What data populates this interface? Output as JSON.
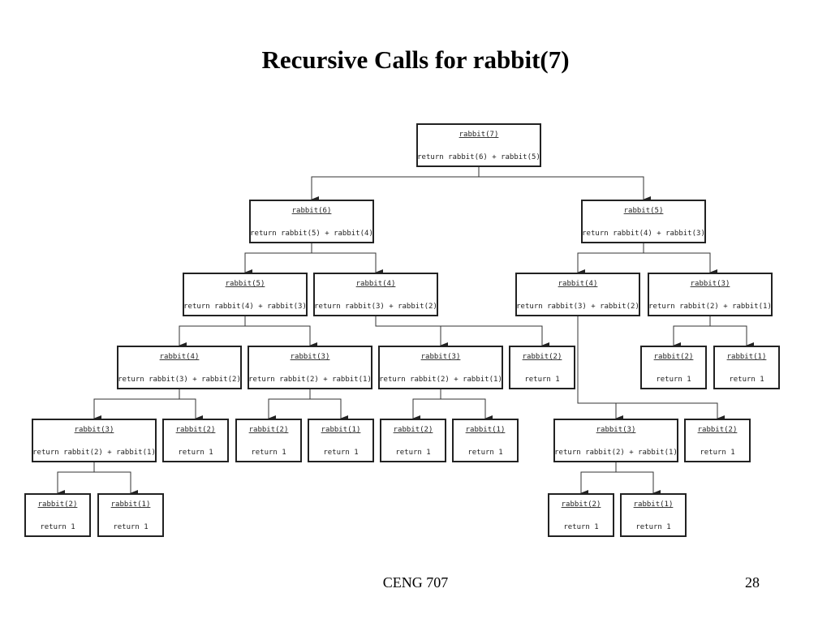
{
  "title": "Recursive Calls for rabbit(7)",
  "footer": {
    "course": "CENG 707",
    "page": "28"
  },
  "tree": {
    "nodes": [
      {
        "id": "n7",
        "call": "rabbit(7)",
        "body": "return rabbit(6) + rabbit(5)"
      },
      {
        "id": "n6",
        "call": "rabbit(6)",
        "body": "return rabbit(5) + rabbit(4)"
      },
      {
        "id": "n5R",
        "call": "rabbit(5)",
        "body": "return rabbit(4) + rabbit(3)"
      },
      {
        "id": "n5L",
        "call": "rabbit(5)",
        "body": "return rabbit(4) + rabbit(3)"
      },
      {
        "id": "n4a",
        "call": "rabbit(4)",
        "body": "return rabbit(3) + rabbit(2)"
      },
      {
        "id": "n4R",
        "call": "rabbit(4)",
        "body": "return rabbit(3) + rabbit(2)"
      },
      {
        "id": "n3R",
        "call": "rabbit(3)",
        "body": "return rabbit(2) + rabbit(1)"
      },
      {
        "id": "n4L",
        "call": "rabbit(4)",
        "body": "return rabbit(3) + rabbit(2)"
      },
      {
        "id": "n3b",
        "call": "rabbit(3)",
        "body": "return rabbit(2) + rabbit(1)"
      },
      {
        "id": "n3c",
        "call": "rabbit(3)",
        "body": "return rabbit(2) + rabbit(1)"
      },
      {
        "id": "n2c",
        "call": "rabbit(2)",
        "body": "return 1"
      },
      {
        "id": "n2Ra",
        "call": "rabbit(2)",
        "body": "return 1"
      },
      {
        "id": "n1Ra",
        "call": "rabbit(1)",
        "body": "return 1"
      },
      {
        "id": "n3L",
        "call": "rabbit(3)",
        "body": "return rabbit(2) + rabbit(1)"
      },
      {
        "id": "n2L",
        "call": "rabbit(2)",
        "body": "return 1"
      },
      {
        "id": "n2b",
        "call": "rabbit(2)",
        "body": "return 1"
      },
      {
        "id": "n1b",
        "call": "rabbit(1)",
        "body": "return 1"
      },
      {
        "id": "n2cc",
        "call": "rabbit(2)",
        "body": "return 1"
      },
      {
        "id": "n1cc",
        "call": "rabbit(1)",
        "body": "return 1"
      },
      {
        "id": "n3Rb",
        "call": "rabbit(3)",
        "body": "return rabbit(2) + rabbit(1)"
      },
      {
        "id": "n2Rb",
        "call": "rabbit(2)",
        "body": "return 1"
      },
      {
        "id": "n2LL",
        "call": "rabbit(2)",
        "body": "return 1"
      },
      {
        "id": "n1LL",
        "call": "rabbit(1)",
        "body": "return 1"
      },
      {
        "id": "n2Rbb",
        "call": "rabbit(2)",
        "body": "return 1"
      },
      {
        "id": "n1Rbb",
        "call": "rabbit(1)",
        "body": "return 1"
      }
    ],
    "edges": [
      [
        "n7",
        "n6"
      ],
      [
        "n7",
        "n5R"
      ],
      [
        "n6",
        "n5L"
      ],
      [
        "n6",
        "n4a"
      ],
      [
        "n5R",
        "n4R"
      ],
      [
        "n5R",
        "n3R"
      ],
      [
        "n5L",
        "n4L"
      ],
      [
        "n5L",
        "n3b"
      ],
      [
        "n4a",
        "n3c"
      ],
      [
        "n4a",
        "n2c"
      ],
      [
        "n3R",
        "n2Ra"
      ],
      [
        "n3R",
        "n1Ra"
      ],
      [
        "n4L",
        "n3L"
      ],
      [
        "n4L",
        "n2L"
      ],
      [
        "n3b",
        "n2b"
      ],
      [
        "n3b",
        "n1b"
      ],
      [
        "n3c",
        "n2cc"
      ],
      [
        "n3c",
        "n1cc"
      ],
      [
        "n4R",
        "n3Rb"
      ],
      [
        "n4R",
        "n2Rb"
      ],
      [
        "n3L",
        "n2LL"
      ],
      [
        "n3L",
        "n1LL"
      ],
      [
        "n3Rb",
        "n2Rbb"
      ],
      [
        "n3Rb",
        "n1Rbb"
      ]
    ]
  }
}
